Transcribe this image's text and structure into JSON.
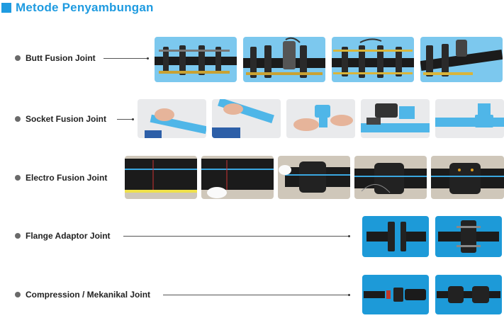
{
  "header": {
    "title": "Metode Penyambungan"
  },
  "rows": [
    {
      "label": "Butt Fusion Joint",
      "photos": [
        "butt-fusion-machine-photo",
        "butt-fusion-machine-photo",
        "butt-fusion-machine-photo",
        "butt-fusion-machine-photo"
      ]
    },
    {
      "label": "Socket Fusion Joint",
      "photos": [
        "socket-fusion-step-photo",
        "socket-fusion-step-photo",
        "socket-fusion-step-photo",
        "socket-fusion-step-photo",
        "socket-fusion-step-photo"
      ]
    },
    {
      "label": "Electro Fusion Joint",
      "photos": [
        "electro-fusion-step-photo",
        "electro-fusion-step-photo",
        "electro-fusion-step-photo",
        "electro-fusion-step-photo",
        "electro-fusion-step-photo"
      ]
    },
    {
      "label": "Flange Adaptor Joint",
      "photos": [
        "flange-adaptor-photo",
        "flange-adaptor-photo"
      ]
    },
    {
      "label": "Compression / Mekanikal Joint",
      "photos": [
        "compression-fitting-photo",
        "compression-fitting-photo"
      ]
    }
  ],
  "colors": {
    "accent": "#1f9be0",
    "sky": "#6ec6ef",
    "pipe_blue": "#4fb6e8",
    "pipe_black": "#1b1b1b"
  }
}
